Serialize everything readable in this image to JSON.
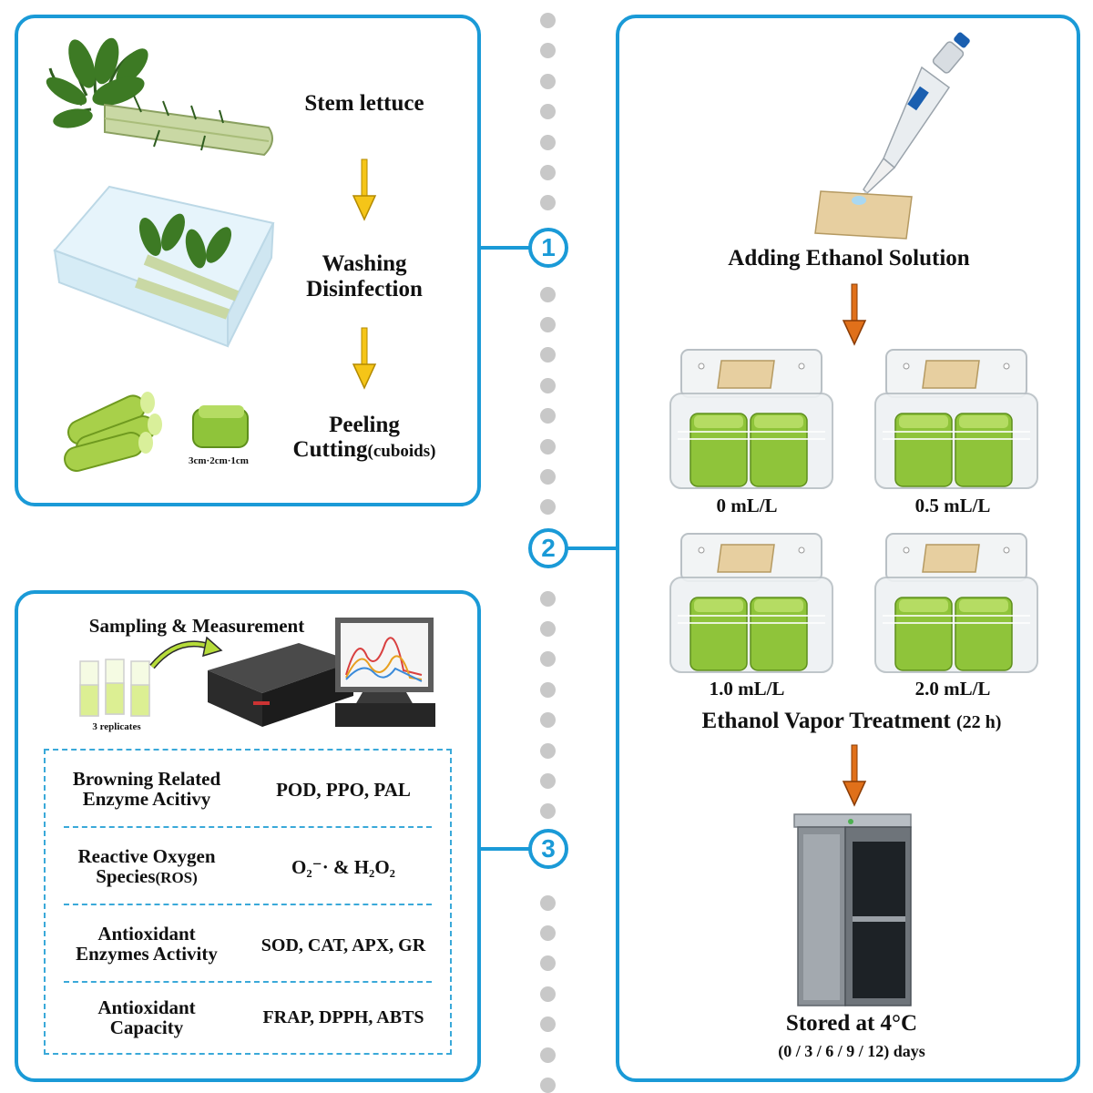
{
  "step_numbers": [
    "1",
    "2",
    "3"
  ],
  "panel1": {
    "steps": [
      "Stem lettuce",
      "Washing",
      "Disinfection",
      "Peeling",
      "Cutting",
      "(cuboids)"
    ],
    "cuboid_size": "3cm·2cm·1cm"
  },
  "panel2": {
    "adding": "Adding Ethanol Solution",
    "concentrations": [
      "0 mL/L",
      "0.5 mL/L",
      "1.0 mL/L",
      "2.0 mL/L"
    ],
    "treatment": "Ethanol Vapor Treatment",
    "treatment_time": "(22 h)",
    "stored": "Stored at 4°C",
    "days": "(0 / 3 / 6 / 9 / 12) days"
  },
  "panel3": {
    "title": "Sampling & Measurement",
    "replicates": "3 replicates",
    "rows": [
      {
        "label1": "Browning Related",
        "label2": "Enzyme Acitivy",
        "value": "POD, PPO, PAL"
      },
      {
        "label1": "Reactive Oxygen",
        "label2": "Species",
        "label2_small": "(ROS)",
        "value": "O₂⁻· & H₂O₂"
      },
      {
        "label1": "Antioxidant",
        "label2": "Enzymes Activity",
        "value": "SOD, CAT, APX, GR"
      },
      {
        "label1": "Antioxidant",
        "label2": "Capacity",
        "value": "FRAP, DPPH, ABTS"
      }
    ]
  },
  "colors": {
    "accent": "#1a9ad7",
    "arrow_yellow": "#f5c518",
    "arrow_orange": "#e0701a",
    "lettuce": "#8fc43a"
  }
}
